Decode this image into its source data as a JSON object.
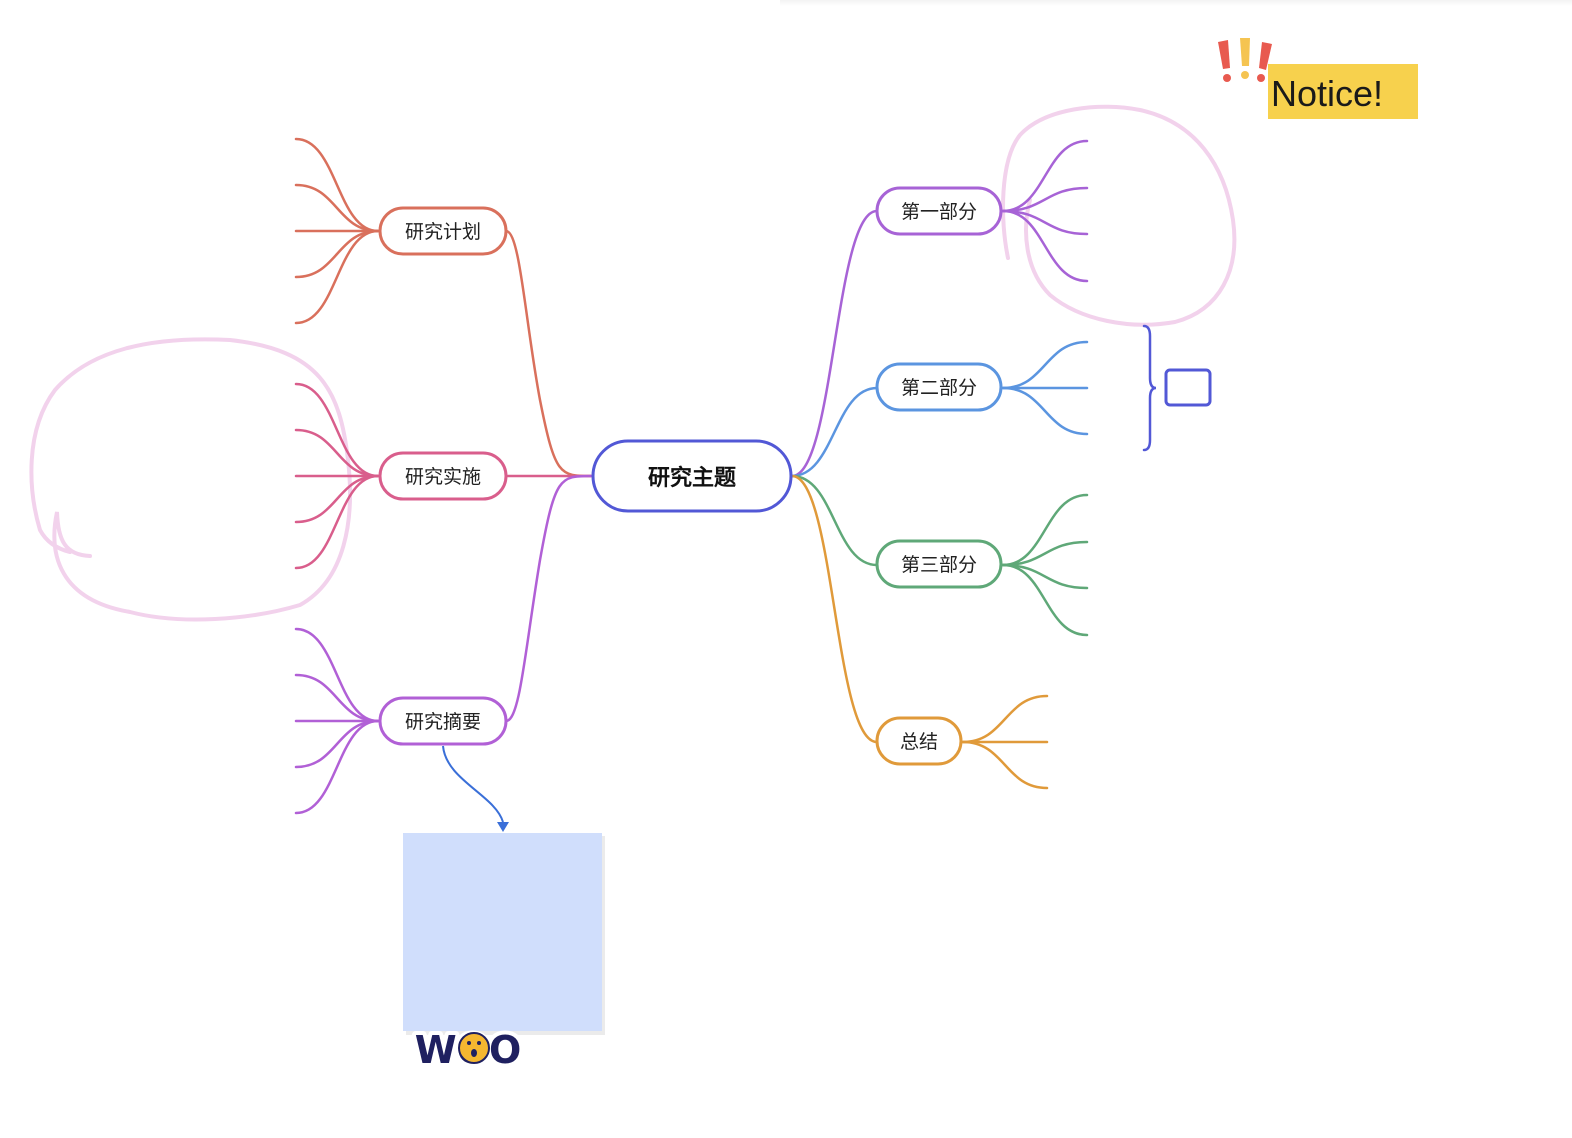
{
  "mindmap": {
    "root": {
      "label": "研究主题",
      "color": "#5258d6"
    },
    "left_branches": [
      {
        "label": "研究计划",
        "color": "#d9705c"
      },
      {
        "label": "研究实施",
        "color": "#d95e8c"
      },
      {
        "label": "研究摘要",
        "color": "#b160d6"
      }
    ],
    "right_branches": [
      {
        "label": "第一部分",
        "color": "#a763d6"
      },
      {
        "label": "第二部分",
        "color": "#5b95e0"
      },
      {
        "label": "第三部分",
        "color": "#5fa878"
      },
      {
        "label": "总结",
        "color": "#e09a3a"
      }
    ]
  },
  "sticker_notice": {
    "label": "Notice!",
    "background": "#f7d14d"
  },
  "sticker_woo": {
    "label": "WOO"
  },
  "sticky_note": {
    "color": "#d0defc"
  },
  "annotations": {
    "highlight_color": "#f2d2ec",
    "bracket_color": "#5258d6",
    "arrow_color": "#3a6fd8"
  }
}
